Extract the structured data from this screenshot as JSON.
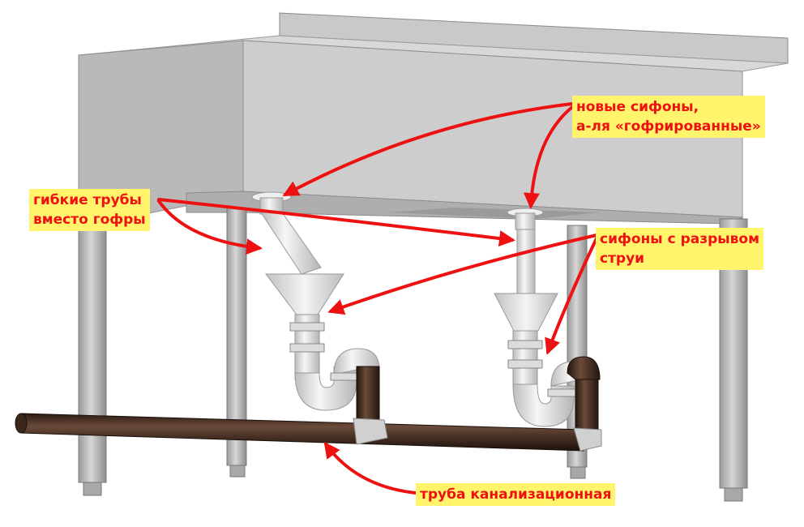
{
  "labels": {
    "new_siphons": [
      "новые сифоны,",
      "а-ля «гофрированные»"
    ],
    "flexible_pipes": [
      "гибкие трубы",
      "вместо гофры"
    ],
    "air_gap_siphons": [
      "сифоны с разрывом",
      "струи"
    ],
    "sewer_pipe": [
      "труба канализационная"
    ]
  },
  "colors": {
    "label_bg": "#fff46b",
    "label_text": "#ee1111",
    "arrow": "#ee1111",
    "sewer_pipe": "#4a3226",
    "sink_metal": "#c8c8c8",
    "siphon": "#e8e8e8"
  }
}
